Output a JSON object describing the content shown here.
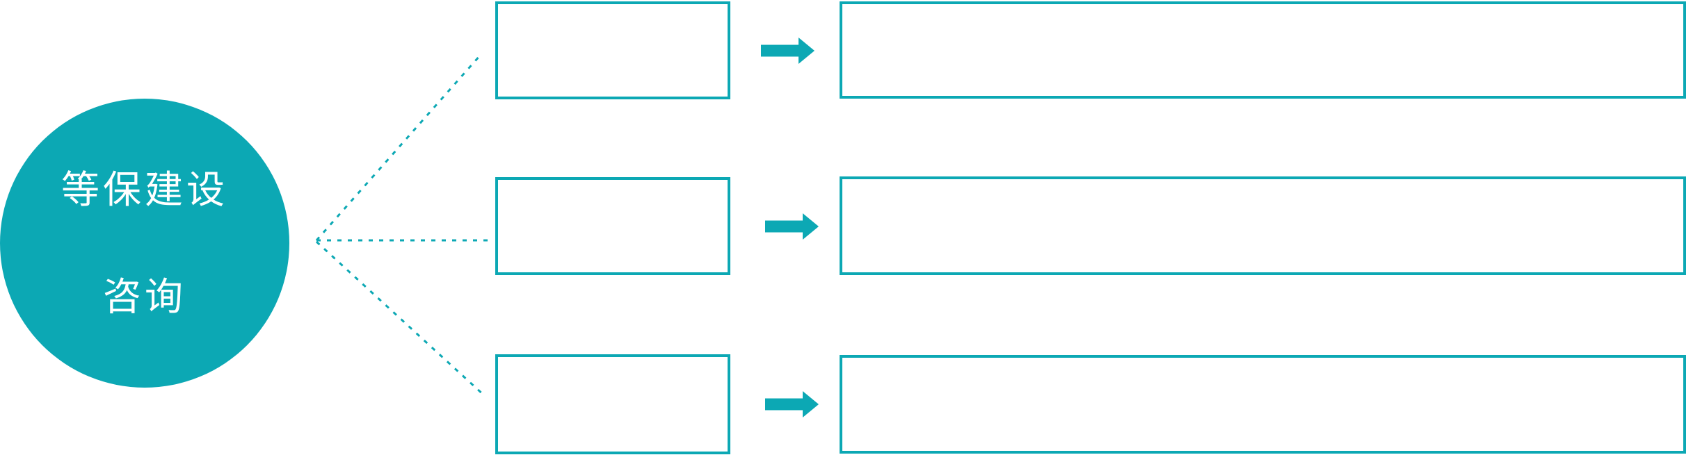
{
  "colors": {
    "accent": "#0CA8B4",
    "background": "#FFFFFF",
    "text_on_accent": "#FFFFFF"
  },
  "diagram": {
    "type": "radial-flow-diagram",
    "root_circle": {
      "line1": "等保建设",
      "line2": "咨询"
    },
    "rows": [
      {
        "name": "row-1",
        "stage_box_text": "",
        "detail_box_text": ""
      },
      {
        "name": "row-2",
        "stage_box_text": "",
        "detail_box_text": ""
      },
      {
        "name": "row-3",
        "stage_box_text": "",
        "detail_box_text": ""
      }
    ],
    "icons": {
      "arrow": "arrow-right-icon",
      "connector": "dashed-line-connector"
    }
  }
}
